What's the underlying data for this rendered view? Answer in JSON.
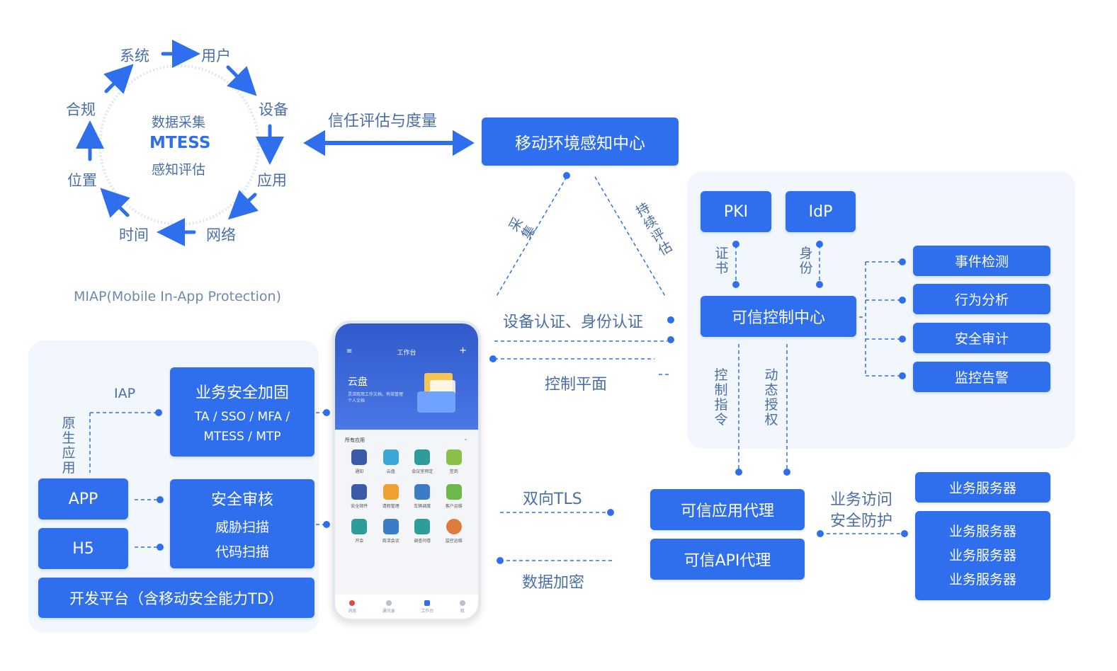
{
  "cycle": {
    "center": {
      "line1": "数据采集",
      "line2": "MTESS",
      "line3": "感知评估"
    },
    "items": [
      "系统",
      "用户",
      "设备",
      "应用",
      "网络",
      "时间",
      "位置",
      "合规"
    ]
  },
  "miap_caption": "MIAP(Mobile In-App Protection)",
  "trust_label": "信任评估与度量",
  "mobile_center": "移动环境感知中心",
  "collect_label": "采集",
  "continuous_label": "持续评估",
  "device_auth_label": "设备认证、身份认证",
  "control_plane_label": "控制平面",
  "tls_label": "双向TLS",
  "encrypt_label": "数据加密",
  "right_panel": {
    "pki": "PKI",
    "idp": "IdP",
    "cert_label": "证书",
    "identity_label": "身份",
    "trusted_control": "可信控制中心",
    "side_items": [
      "事件检测",
      "行为分析",
      "安全审计",
      "监控告警"
    ],
    "control_cmd_label": "控制指令",
    "dynamic_auth_label": "动态授权"
  },
  "proxies": {
    "app_proxy": "可信应用代理",
    "api_proxy": "可信API代理"
  },
  "access_label": {
    "line1": "业务访问",
    "line2": "安全防护"
  },
  "servers": {
    "single": "业务服务器",
    "group": [
      "业务服务器",
      "业务服务器",
      "业务服务器"
    ]
  },
  "left_panel": {
    "iap_label": "IAP",
    "native_label": "原生应用",
    "hardening": {
      "title": "业务安全加固",
      "line1": "TA / SSO / MFA /",
      "line2": "MTESS / MTP"
    },
    "app": "APP",
    "h5": "H5",
    "audit": {
      "title": "安全审核",
      "line1": "威胁扫描",
      "line2": "代码扫描"
    },
    "dev_platform": "开发平台（含移动安全能力TD）"
  },
  "phone": {
    "header_title": "工作台",
    "banner_title": "云盘",
    "banner_sub": "灵活取用工作文档，有效管理个人文档",
    "section_title": "所有应用",
    "apps": [
      {
        "label": "通知",
        "icon": "bell-icon"
      },
      {
        "label": "云盘",
        "icon": "cloud-icon"
      },
      {
        "label": "会议室预定",
        "icon": "meeting-icon"
      },
      {
        "label": "签到",
        "icon": "check-icon"
      },
      {
        "label": "安全邮件",
        "icon": "mail-icon"
      },
      {
        "label": "请假管理",
        "icon": "clock-icon"
      },
      {
        "label": "车辆调度",
        "icon": "car-icon"
      },
      {
        "label": "客户运维",
        "icon": "wrench-icon"
      },
      {
        "label": "开会",
        "icon": "group-icon"
      },
      {
        "label": "商活会议",
        "icon": "video-icon"
      },
      {
        "label": "调查问卷",
        "icon": "survey-icon"
      },
      {
        "label": "监控运维",
        "icon": "monitor-icon"
      }
    ],
    "nav": [
      "消息",
      "通讯录",
      "工作台",
      "我"
    ]
  },
  "colors": {
    "accent": "#2f6fed",
    "panel": "#f2f6fd",
    "label": "#4a6ea8"
  }
}
